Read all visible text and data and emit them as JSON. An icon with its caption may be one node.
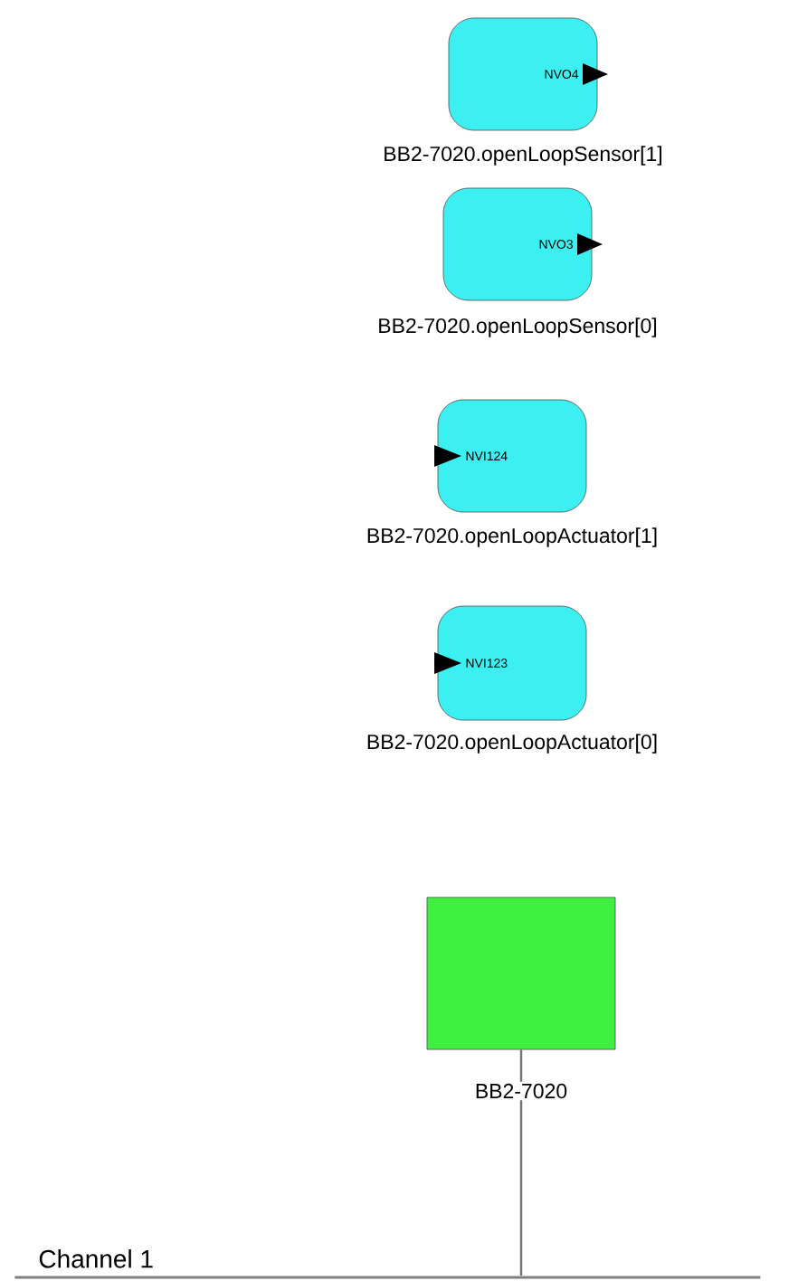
{
  "diagram": {
    "nodes": [
      {
        "text": [
          "NVO4"
        ],
        "beside": [
          "BB2-7020.openLoopSensor[1]"
        ]
      },
      {
        "text": [
          "NVO3"
        ],
        "beside": [
          "BB2-7020.openLoopSensor[0]"
        ]
      },
      {
        "text": [
          "NVI124"
        ],
        "beside": [
          "BB2-7020.openLoopActuator[1]"
        ]
      },
      {
        "text": [
          "NVI123"
        ],
        "beside": [
          "BB2-7020.openLoopActuator[0]"
        ]
      },
      {
        "text": [],
        "shape": "box",
        "beside": [
          "BB2-7020"
        ]
      },
      {
        "text": [
          "Channel 1"
        ]
      }
    ],
    "edges": [
      {
        "from": 4,
        "to": 5,
        "arrow": "none"
      }
    ]
  }
}
